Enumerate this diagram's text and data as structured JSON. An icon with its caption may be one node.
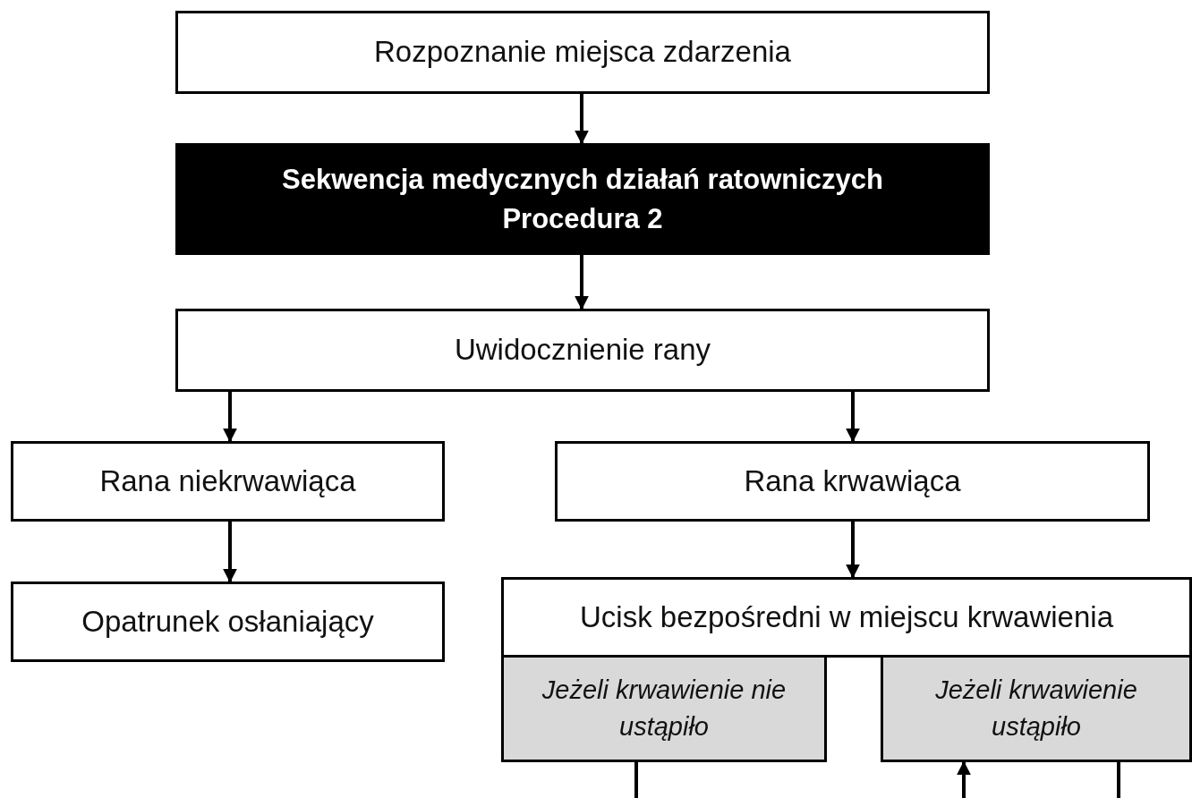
{
  "diagram": {
    "nodes": [
      {
        "text": [
          "Rozpoznanie miejsca zdarzenia"
        ]
      },
      {
        "text": [
          "Sekwencja medycznych działań ratowniczych",
          "Procedura 2"
        ]
      },
      {
        "text": [
          "Uwidocznienie rany"
        ]
      },
      {
        "text": [
          "Rana niekrwawiąca"
        ]
      },
      {
        "text": [
          "Rana krwawiąca"
        ]
      },
      {
        "text": [
          "Opatrunek osłaniający"
        ]
      },
      {
        "text": [
          "Ucisk bezpośredni w miejscu krwawienia"
        ]
      },
      {
        "text": [
          "Jeżeli krwawienie nie ustąpiło"
        ]
      },
      {
        "text": [
          "Jeżeli krwawienie ustąpiło"
        ]
      }
    ],
    "edges": [
      {
        "from": 0,
        "to": 1,
        "arrow": "to"
      },
      {
        "from": 1,
        "to": 2,
        "arrow": "to"
      },
      {
        "from": 2,
        "to": 3,
        "arrow": "to"
      },
      {
        "from": 2,
        "to": 4,
        "arrow": "to"
      },
      {
        "from": 3,
        "to": 5,
        "arrow": "to"
      },
      {
        "from": 4,
        "to": 6,
        "arrow": "to"
      },
      {
        "from": 7,
        "to": null,
        "arrow": "none"
      },
      {
        "from": null,
        "to": 8,
        "arrow": "to"
      },
      {
        "from": 8,
        "to": null,
        "arrow": "none"
      }
    ]
  }
}
